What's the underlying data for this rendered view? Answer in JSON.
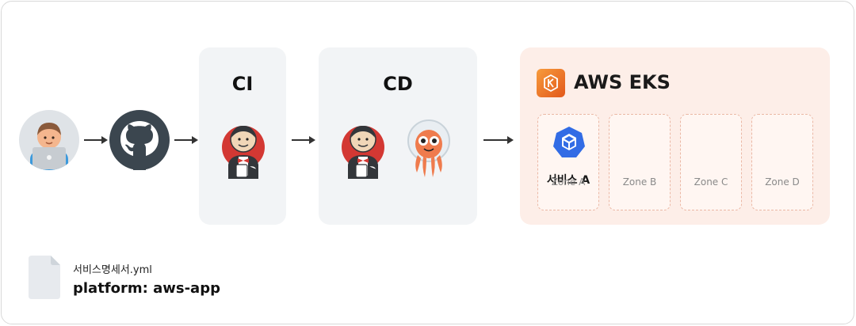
{
  "ci": {
    "title": "CI"
  },
  "cd": {
    "title": "CD"
  },
  "eks": {
    "title": "AWS EKS",
    "service_label": "서비스 A",
    "zones": [
      "Zone A",
      "Zone B",
      "Zone C",
      "Zone D"
    ]
  },
  "manifest": {
    "filename": "서비스명세서.yml",
    "platform": "platform: aws-app"
  },
  "icons": {
    "developer": "developer-avatar-icon",
    "github": "github-icon",
    "jenkins": "jenkins-icon",
    "argocd": "argocd-icon",
    "eks": "aws-eks-icon",
    "kubernetes": "kubernetes-pod-icon",
    "file": "file-icon"
  },
  "colors": {
    "panel_bg": "#f2f4f6",
    "eks_bg": "#fdeee8",
    "eks_accent": "#e2581b",
    "zone_border": "#ebb8a5",
    "kubernetes_blue": "#326ce5",
    "github_dark": "#3b464f",
    "jenkins_red": "#d33833",
    "argo_orange": "#ef7b4d"
  }
}
